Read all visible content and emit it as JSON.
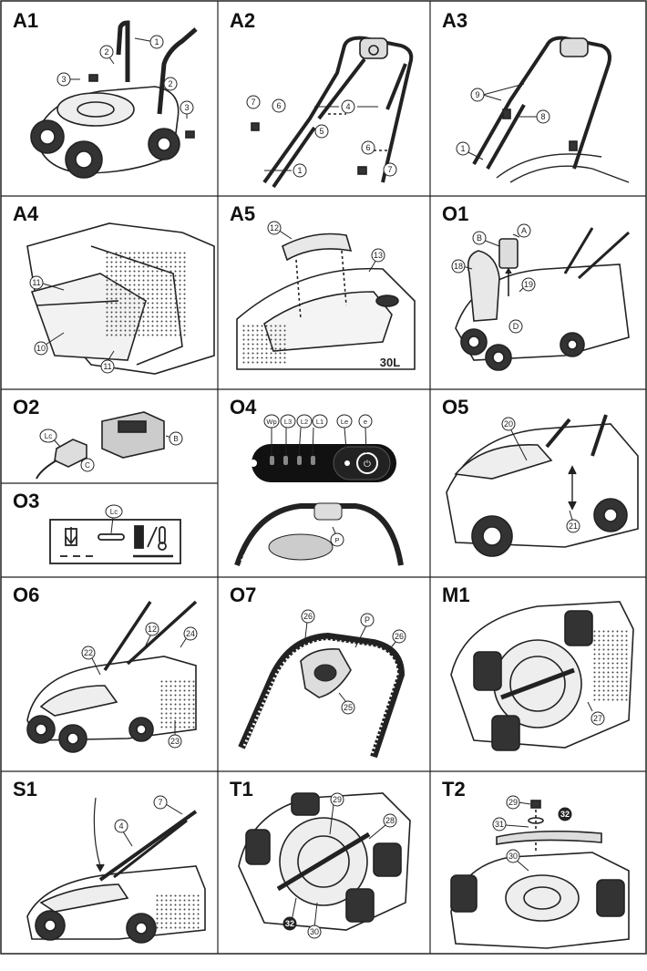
{
  "panels": {
    "A1": "A1",
    "A2": "A2",
    "A3": "A3",
    "A4": "A4",
    "A5": "A5",
    "O1": "O1",
    "O2": "O2",
    "O3": "O3",
    "O4": "O4",
    "O5": "O5",
    "O6": "O6",
    "O7": "O7",
    "M1": "M1",
    "S1": "S1",
    "T1": "T1",
    "T2": "T2"
  },
  "callouts": {
    "a1": [
      "1",
      "2",
      "3",
      "2",
      "3"
    ],
    "a2": [
      "7",
      "6",
      "4",
      "5",
      "6",
      "7",
      "1"
    ],
    "a3": [
      "9",
      "8",
      "1"
    ],
    "a4": [
      "11",
      "10",
      "11"
    ],
    "a5": [
      "12",
      "13"
    ],
    "o1": [
      "B",
      "A",
      "18",
      "19",
      "D"
    ],
    "o2": [
      "Lc",
      "B",
      "C"
    ],
    "o3": [
      "Lc"
    ],
    "o4": [
      "Wp",
      "L3",
      "L2",
      "L1",
      "Le",
      "e",
      "P"
    ],
    "o5": [
      "20",
      "21"
    ],
    "o6": [
      "12",
      "22",
      "24",
      "23"
    ],
    "o7": [
      "26",
      "P",
      "26",
      "25"
    ],
    "m1": [
      "27"
    ],
    "s1": [
      "7",
      "4"
    ],
    "t1": [
      "29",
      "28",
      "32",
      "30"
    ],
    "t2": [
      "29",
      "32",
      "31",
      "30"
    ]
  },
  "product_marking": "30L"
}
